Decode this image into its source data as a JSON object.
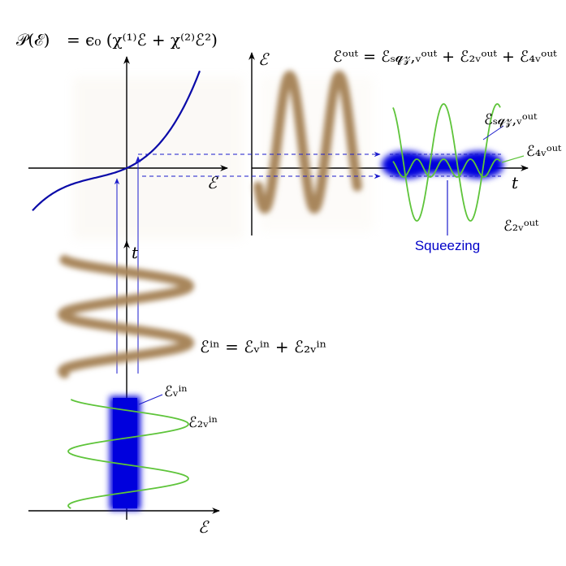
{
  "equations": {
    "polarization_lhs": "𝒫(ℰ)",
    "polarization_rhs": "= ϵ₀ (χ⁽¹⁾ℰ + χ⁽²⁾ℰ²)",
    "input_field": "ℰⁱⁿ = ℰᵥⁱⁿ + ℰ₂ᵥⁱⁿ",
    "output_field": "ℰᵒᵘᵗ = ℰₛ𝓆𝓏,ᵥᵒᵘᵗ + ℰ₂ᵥᵒᵘᵗ + ℰ₄ᵥᵒᵘᵗ"
  },
  "axes": {
    "field_symbol": "ℰ",
    "time_symbol": "t"
  },
  "labels": {
    "input_nu": "ℰᵥⁱⁿ",
    "input_2nu": "ℰ₂ᵥⁱⁿ",
    "output_sqz": "ℰₛ𝓆𝓏,ᵥᵒᵘᵗ",
    "output_4nu": "ℰ₄ᵥᵒᵘᵗ",
    "output_2nu": "ℰ₂ᵥᵒᵘᵗ",
    "squeezing": "Squeezing"
  },
  "colors": {
    "response_curve": "#0a0aa8",
    "arrows": "#1a1acc",
    "fundamental_band": "#0000dd",
    "harmonic_wave": "#5ec43a",
    "total_field_wave": "#a8865c",
    "squeezing_label": "#0000c8",
    "axis": "#000000"
  }
}
